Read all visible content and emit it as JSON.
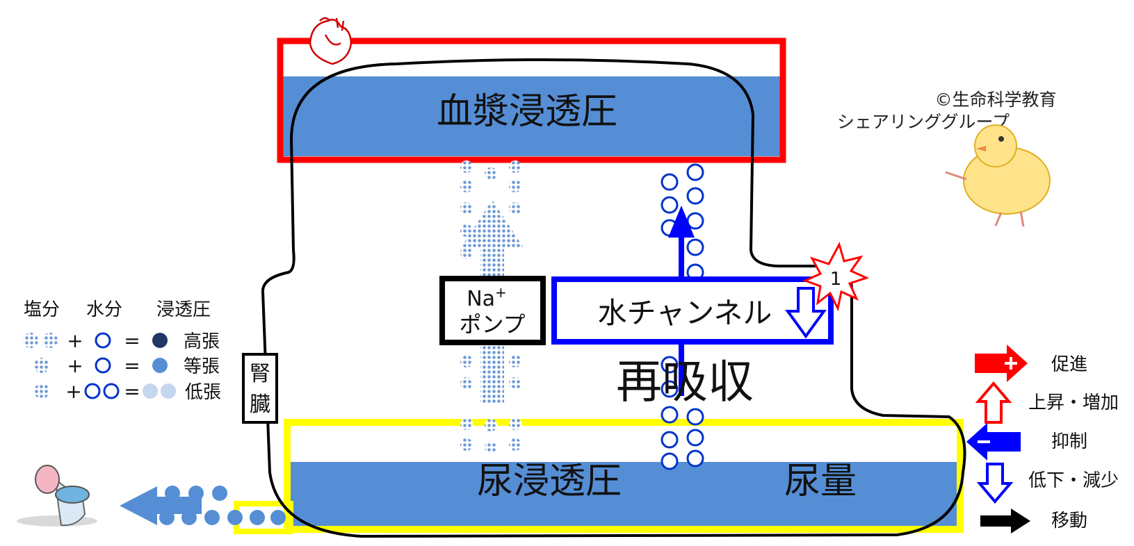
{
  "labels": {
    "plasma_osmotic": "血漿浸透圧",
    "urine_osmotic": "尿浸透圧",
    "urine_volume": "尿量",
    "water_channel": "水チャンネル",
    "reabsorption": "再吸収",
    "na": "Na",
    "na_sup": "+",
    "pump": "ポンプ",
    "kidney": [
      "腎",
      "臓"
    ],
    "badge": "1"
  },
  "credit": {
    "line1": "©生命科学教育",
    "line2": "シェアリンググループ"
  },
  "left_legend": {
    "headers": [
      "塩分",
      "水分",
      "浸透圧"
    ],
    "rows": [
      {
        "plus": "+",
        "eq": "=",
        "label": "高張"
      },
      {
        "plus": "+",
        "eq": "=",
        "label": "等張"
      },
      {
        "plus": "+",
        "eq": "=",
        "label": "低張"
      }
    ]
  },
  "right_legend": [
    {
      "label": "促進",
      "icon": "red-plus-arrow-icon"
    },
    {
      "label": "上昇・増加",
      "icon": "red-up-arrow-icon"
    },
    {
      "label": "抑制",
      "icon": "blue-minus-arrow-icon"
    },
    {
      "label": "低下・減少",
      "icon": "blue-down-arrow-icon"
    },
    {
      "label": "移動",
      "icon": "black-right-arrow-icon"
    }
  ],
  "colors": {
    "plasma_box": "#ff0000",
    "urine_box": "#ffff00",
    "fill_blue": "#558ed5",
    "channel_blue": "#0000ff",
    "dark_dot": "#1f3864",
    "light_dot": "#c5d7ee",
    "ring_blue": "#0033cc"
  }
}
